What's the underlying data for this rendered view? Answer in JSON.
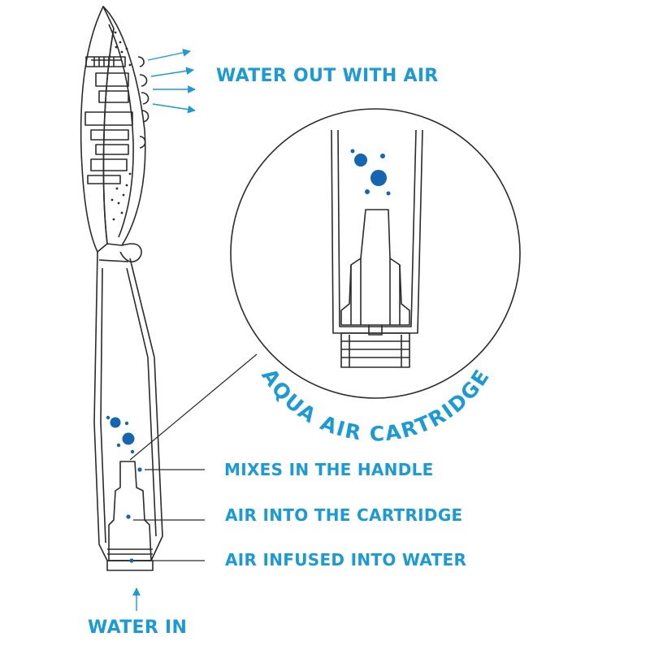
{
  "colors": {
    "accent": "#1a9ad6",
    "bubble": "#1466b0",
    "line": "#2b2b2b"
  },
  "labels": {
    "water_out": "WATER OUT WITH AIR",
    "cartridge": "AQUA AIR CARTRIDGE",
    "mixes": "MIXES IN THE HANDLE",
    "air_cartridge": "AIR INTO THE CARTRIDGE",
    "air_infused": "AIR INFUSED INTO WATER",
    "water_in": "WATER IN"
  }
}
